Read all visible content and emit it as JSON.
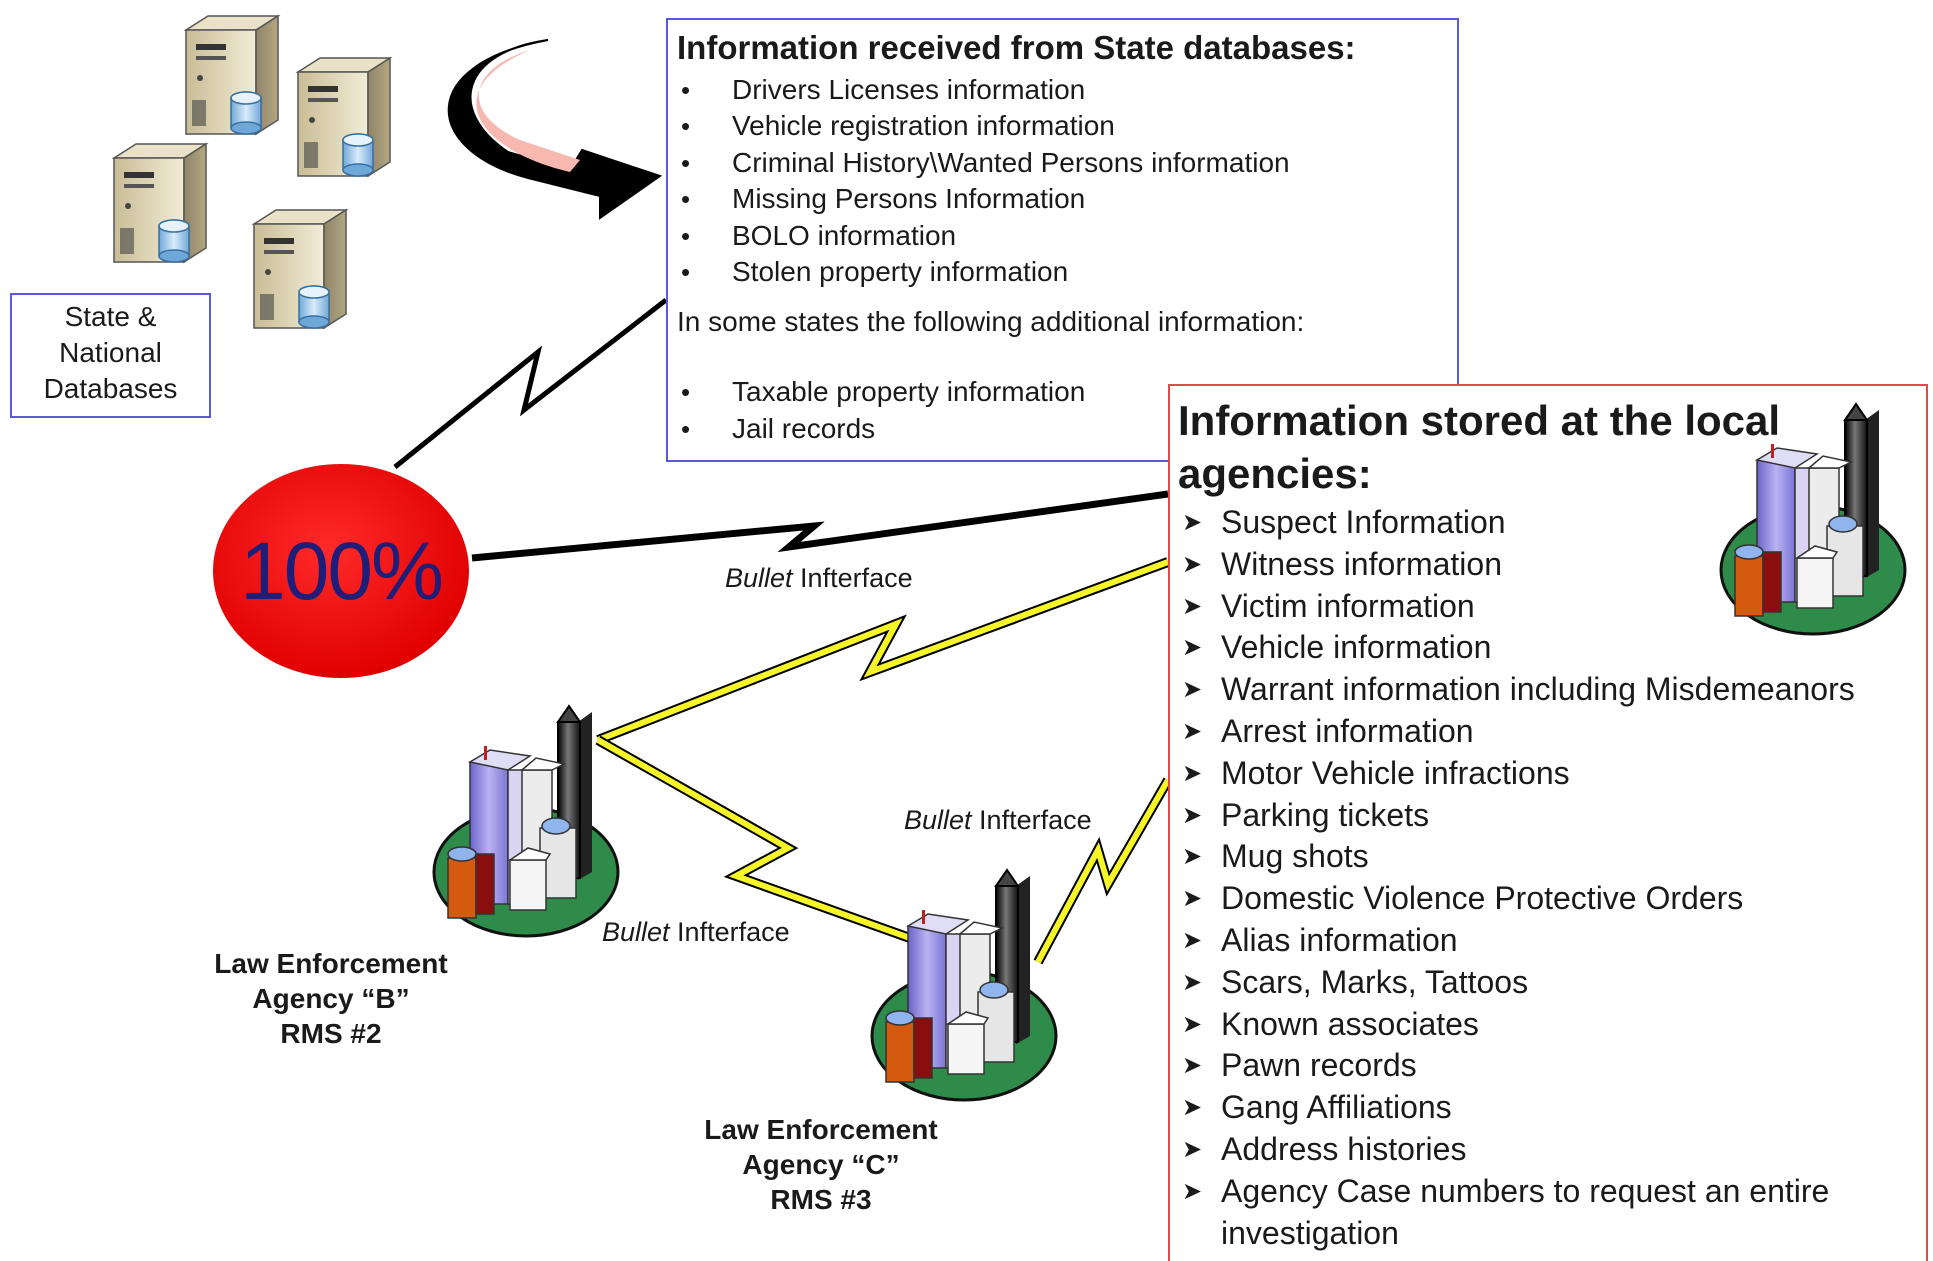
{
  "state_db": {
    "lines": [
      "State &",
      "National",
      "Databases"
    ]
  },
  "state_info": {
    "title": "Information received from State databases:",
    "items": [
      "Drivers Licenses information",
      "Vehicle registration information",
      "Criminal History\\Wanted Persons information",
      "Missing Persons Information",
      "BOLO information",
      "Stolen property information"
    ],
    "note": "In some states the following additional information:",
    "extra_items": [
      "Taxable property information",
      "Jail records"
    ]
  },
  "local_info": {
    "title": "Information stored at the local agencies:",
    "items": [
      "Suspect Information",
      "Witness information",
      "Victim information",
      "Vehicle information",
      "Warrant information including Misdemeanors",
      "Arrest information",
      "Motor Vehicle infractions",
      "Parking tickets",
      "Mug shots",
      "Domestic Violence Protective Orders",
      "Alias information",
      "Scars, Marks, Tattoos",
      "Known associates",
      "Pawn records",
      "Gang Affiliations",
      "Address histories",
      "Agency Case numbers to request an entire investigation"
    ]
  },
  "hub_percent": "100%",
  "interface_label": {
    "emph": "Bullet",
    "rest": " Infterface"
  },
  "agency_b": {
    "lines": [
      "Law Enforcement",
      "Agency “B”",
      "RMS #2"
    ]
  },
  "agency_c": {
    "lines": [
      "Law Enforcement",
      "Agency “C”",
      "RMS #3"
    ]
  },
  "colors": {
    "box_border_blue": "#5a5adc",
    "box_border_red": "#e04a4a",
    "hub_red": "#f01414",
    "lightning_yellow": "#f5f528",
    "arrow_pink": "#f7b8b0"
  }
}
